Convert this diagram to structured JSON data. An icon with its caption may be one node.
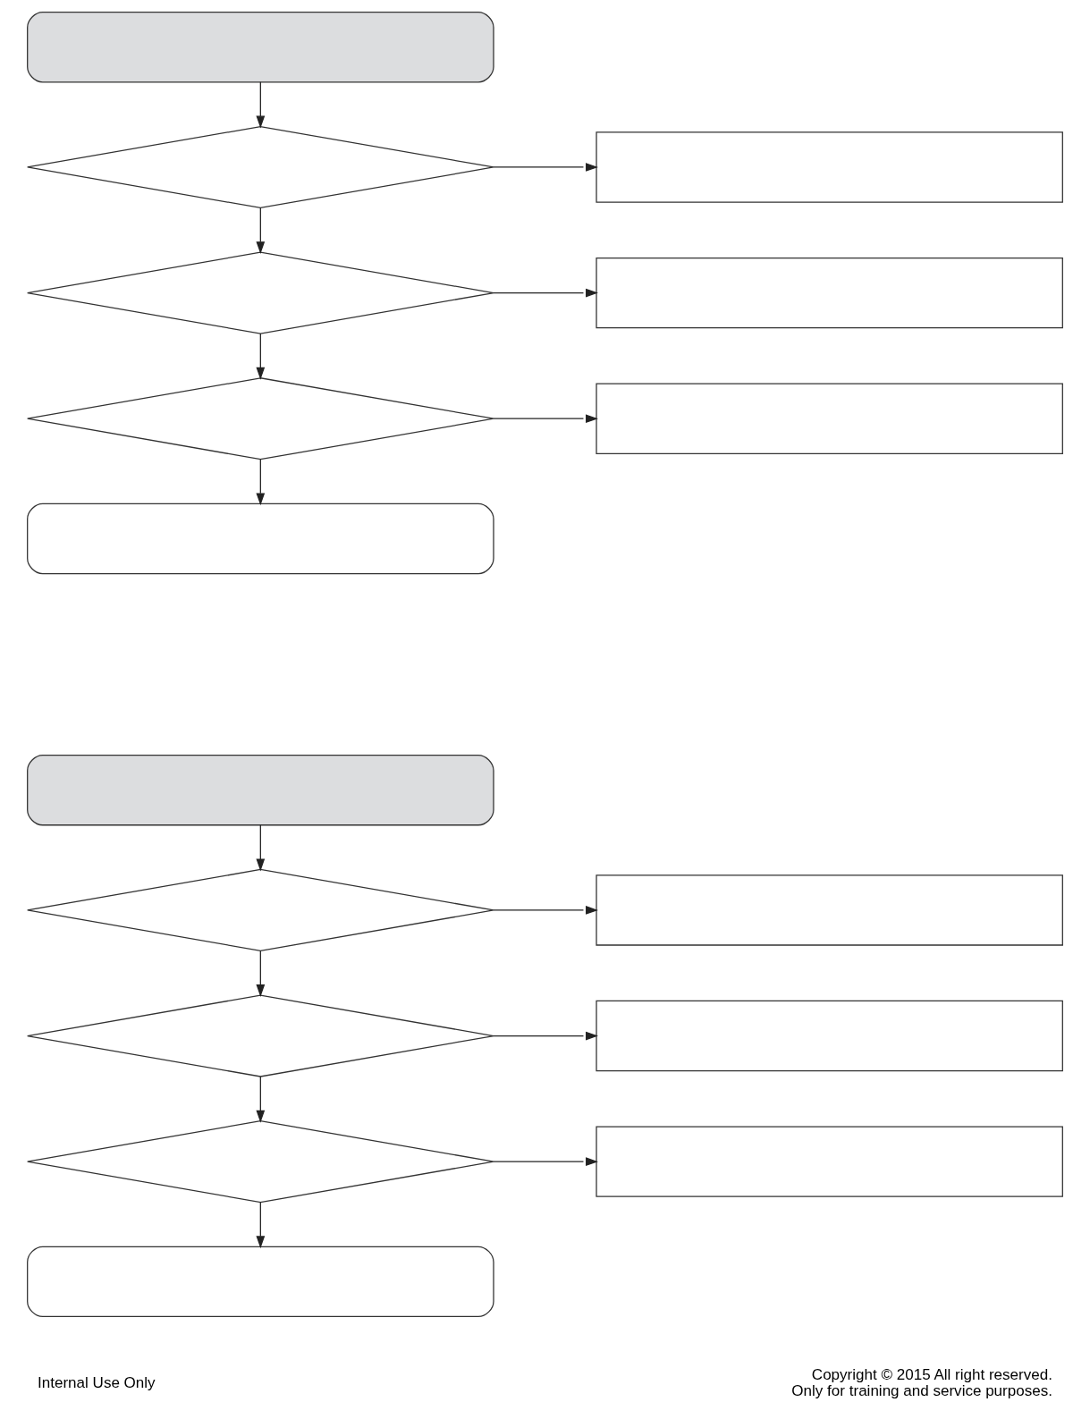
{
  "diagram": {
    "nodes": [
      {
        "text": [],
        "shape": "box"
      },
      {
        "text": [],
        "shape": "diamond"
      },
      {
        "text": [],
        "shape": "box"
      },
      {
        "text": [],
        "shape": "diamond"
      },
      {
        "text": [],
        "shape": "box"
      },
      {
        "text": [],
        "shape": "diamond"
      },
      {
        "text": [],
        "shape": "box"
      },
      {
        "text": [],
        "shape": "box"
      },
      {
        "text": [],
        "shape": "box"
      },
      {
        "text": [],
        "shape": "diamond"
      },
      {
        "text": [],
        "shape": "box"
      },
      {
        "text": [],
        "shape": "diamond"
      },
      {
        "text": [],
        "shape": "box"
      },
      {
        "text": [],
        "shape": "diamond"
      },
      {
        "text": [],
        "shape": "box"
      },
      {
        "text": [],
        "shape": "box"
      }
    ],
    "edges": [
      {
        "from": 0,
        "to": 1,
        "arrow": "to"
      },
      {
        "from": 1,
        "to": 2,
        "arrow": "to"
      },
      {
        "from": 1,
        "to": 3,
        "arrow": "to"
      },
      {
        "from": 3,
        "to": 4,
        "arrow": "to"
      },
      {
        "from": 3,
        "to": 5,
        "arrow": "to"
      },
      {
        "from": 5,
        "to": 6,
        "arrow": "to"
      },
      {
        "from": 5,
        "to": 7,
        "arrow": "to"
      },
      {
        "from": 8,
        "to": 9,
        "arrow": "to"
      },
      {
        "from": 9,
        "to": 10,
        "arrow": "to"
      },
      {
        "from": 9,
        "to": 11,
        "arrow": "to"
      },
      {
        "from": 11,
        "to": 12,
        "arrow": "to"
      },
      {
        "from": 11,
        "to": 13,
        "arrow": "to"
      },
      {
        "from": 13,
        "to": 14,
        "arrow": "to"
      },
      {
        "from": 13,
        "to": 15,
        "arrow": "to"
      }
    ],
    "labels": [
      "Internal Use Only",
      "Copyright © 2015 All right reserved. Only for training and service purposes."
    ]
  }
}
